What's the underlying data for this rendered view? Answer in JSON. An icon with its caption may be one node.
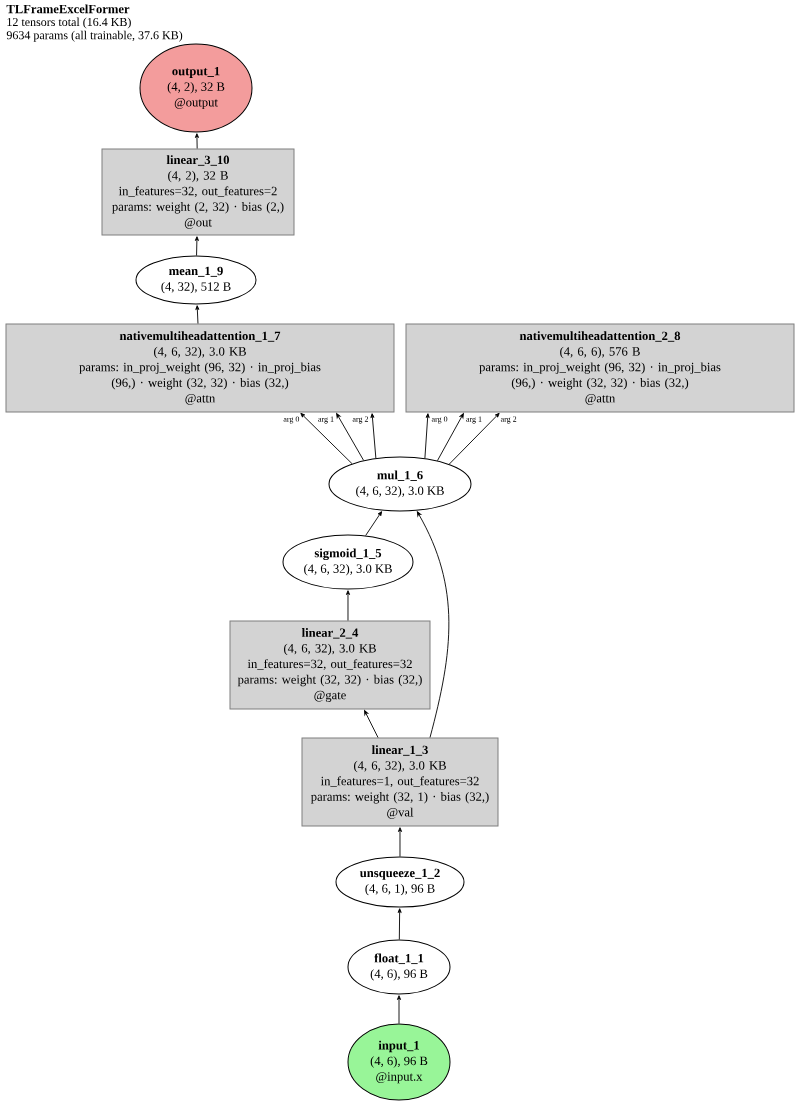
{
  "diagram": {
    "title": "TLFrameExcelFormer",
    "nodes": [
      {
        "text": [
          "output_1",
          "(4, 2), 32 B",
          "@output"
        ]
      },
      {
        "text": [
          "linear_3_10",
          "(4, 2), 32 B",
          "in_features=32, out_features=2",
          "params: weight (2, 32) · bias (2,)",
          "@out"
        ]
      },
      {
        "text": [
          "mean_1_9",
          "(4, 32), 512 B"
        ]
      },
      {
        "text": [
          "nativemultiheadattention_1_7",
          "(4, 6, 32), 3.0 KB",
          "params: in_proj_weight (96, 32) · in_proj_bias (96,) · weight (32, 32) · bias (32,)",
          "@attn"
        ]
      },
      {
        "text": [
          "nativemultiheadattention_2_8",
          "(4, 6, 6), 576 B",
          "params: in_proj_weight (96, 32) · in_proj_bias (96,) · weight (32, 32) · bias (32,)",
          "@attn"
        ]
      },
      {
        "text": [
          "mul_1_6",
          "(4, 6, 32), 3.0 KB"
        ]
      },
      {
        "text": [
          "sigmoid_1_5",
          "(4, 6, 32), 3.0 KB"
        ]
      },
      {
        "text": [
          "linear_2_4",
          "(4, 6, 32), 3.0 KB",
          "in_features=32, out_features=32",
          "params: weight (32, 32) · bias (32,)",
          "@gate"
        ]
      },
      {
        "text": [
          "linear_1_3",
          "(4, 6, 32), 3.0 KB",
          "in_features=1, out_features=32",
          "params: weight (32, 1) · bias (32,)",
          "@val"
        ]
      },
      {
        "text": [
          "unsqueeze_1_2",
          "(4, 6, 1), 96 B"
        ]
      },
      {
        "text": [
          "float_1_1",
          "(4, 6), 96 B"
        ]
      },
      {
        "text": [
          "input_1",
          "(4, 6), 96 B",
          "@input.x"
        ]
      }
    ],
    "edges": [
      {
        "from": 11,
        "to": 10,
        "arrow": "to"
      },
      {
        "from": 10,
        "to": 9,
        "arrow": "to"
      },
      {
        "from": 9,
        "to": 8,
        "arrow": "to"
      },
      {
        "from": 8,
        "to": 7,
        "arrow": "to"
      },
      {
        "from": 8,
        "to": 5,
        "arrow": "to"
      },
      {
        "from": 7,
        "to": 6,
        "arrow": "to"
      },
      {
        "from": 6,
        "to": 5,
        "arrow": "to"
      },
      {
        "from": 5,
        "to": 3,
        "arrow": "to",
        "label": "arg 0"
      },
      {
        "from": 5,
        "to": 3,
        "arrow": "to",
        "label": "arg 1"
      },
      {
        "from": 5,
        "to": 3,
        "arrow": "to",
        "label": "arg 2"
      },
      {
        "from": 5,
        "to": 4,
        "arrow": "to",
        "label": "arg 0"
      },
      {
        "from": 5,
        "to": 4,
        "arrow": "to",
        "label": "arg 1"
      },
      {
        "from": 5,
        "to": 4,
        "arrow": "to",
        "label": "arg 2"
      },
      {
        "from": 3,
        "to": 2,
        "arrow": "to"
      },
      {
        "from": 2,
        "to": 1,
        "arrow": "to"
      },
      {
        "from": 1,
        "to": 0,
        "arrow": "to"
      }
    ],
    "labels": [
      "12 tensors total (16.4 KB)",
      "9634 params (all trainable, 37.6 KB)"
    ]
  }
}
